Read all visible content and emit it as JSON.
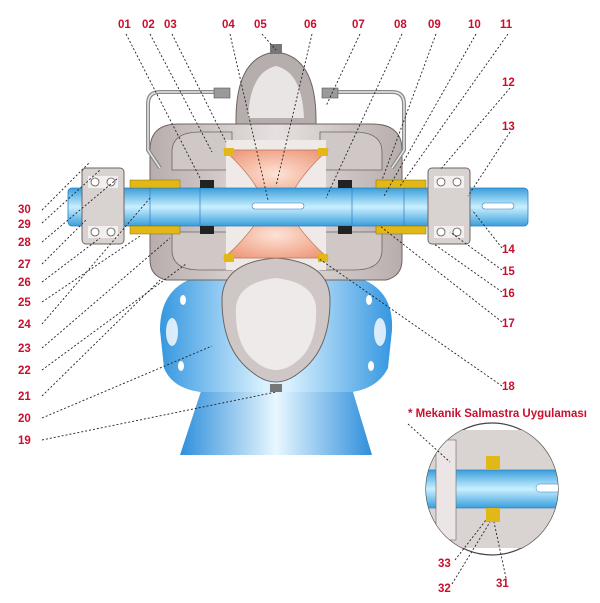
{
  "colors": {
    "label": "#c8102e",
    "casing": "#b3aaa9",
    "casing_edge": "#6e6462",
    "inner_light": "#f1eeed",
    "blue": "#3aa0e6",
    "blue_light": "#bfe6fb",
    "shaft": "#5cc0ee",
    "impeller": "#f0a58a",
    "gold": "#e2b818",
    "pipe": "#888888"
  },
  "callouts": {
    "top": [
      "01",
      "02",
      "03",
      "04",
      "05",
      "06",
      "07",
      "08",
      "09",
      "10",
      "11"
    ],
    "right": [
      "12",
      "13",
      "14",
      "15",
      "16",
      "17",
      "18"
    ],
    "left": [
      "30",
      "29",
      "28",
      "27",
      "26",
      "25",
      "24",
      "23",
      "22",
      "21",
      "20",
      "19"
    ],
    "detail": [
      "33",
      "32",
      "31"
    ]
  },
  "detail_title": "* Mekanik Salmastra Uygulaması"
}
